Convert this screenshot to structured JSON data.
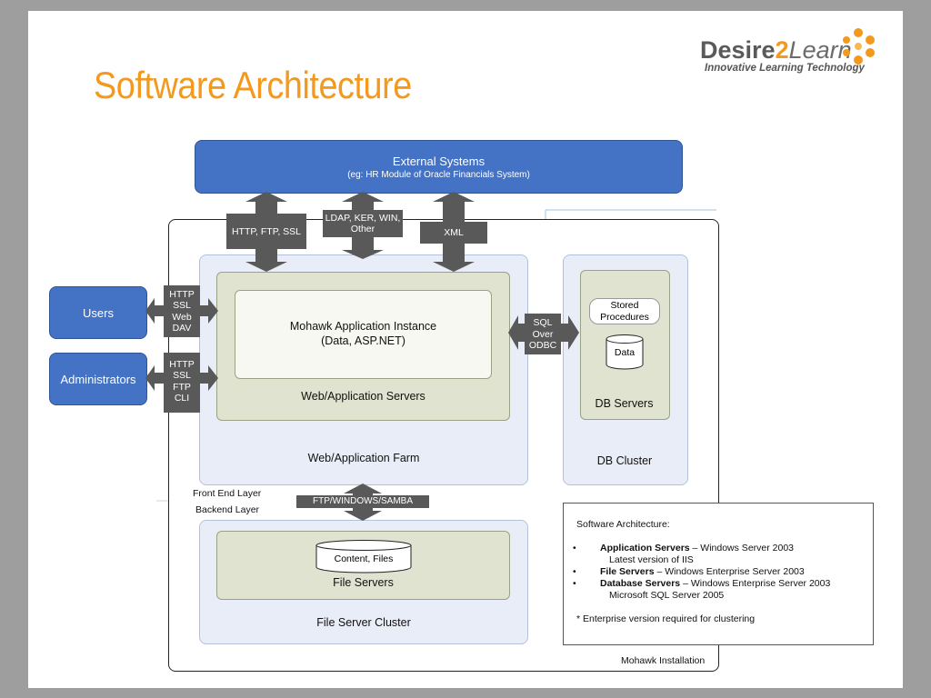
{
  "title": "Software Architecture",
  "logo": {
    "name_a": "Desire",
    "name_b": "2",
    "name_c": "Learn",
    "tagline": "Innovative Learning Technology"
  },
  "external": {
    "title": "External Systems",
    "subtitle": "(eg: HR Module of Oracle Financials System)"
  },
  "protocols": {
    "http_ftp_ssl": "HTTP, FTP, SSL",
    "ldap": "LDAP, KER, WIN, Other",
    "xml": "XML",
    "users_proto": [
      "HTTP",
      "SSL",
      "Web",
      "DAV"
    ],
    "admin_proto": [
      "HTTP",
      "SSL",
      "FTP",
      "CLI"
    ],
    "sql": [
      "SQL",
      "Over",
      "ODBC"
    ],
    "ftp": "FTP/WINDOWS/SAMBA"
  },
  "actors": {
    "users": "Users",
    "administrators": "Administrators"
  },
  "web": {
    "instance_line1": "Mohawk Application Instance",
    "instance_line2": "(Data, ASP.NET)",
    "servers": "Web/Application Servers",
    "farm": "Web/Application Farm"
  },
  "db": {
    "stored": "Stored Procedures",
    "data": "Data",
    "servers": "DB Servers",
    "cluster": "DB Cluster"
  },
  "layers": {
    "front": "Front End Layer",
    "back": "Backend Layer"
  },
  "files": {
    "content": "Content, Files",
    "servers": "File Servers",
    "cluster": "File Server Cluster"
  },
  "installation": "Mohawk Installation",
  "note": {
    "heading": "Software Architecture:",
    "items": [
      {
        "bold": "Application Servers",
        "rest": " – Windows Server 2003",
        "sub": "Latest version of IIS"
      },
      {
        "bold": "File Servers",
        "rest": " – Windows Enterprise Server 2003",
        "sub": ""
      },
      {
        "bold": "Database Servers",
        "rest": " – Windows Enterprise Server 2003",
        "sub": "Microsoft SQL Server 2005"
      }
    ],
    "footnote": "* Enterprise version required for clustering"
  },
  "colors": {
    "title": "#f39a1e",
    "blue_box": "#4472c4",
    "arrow": "#595959",
    "region": "#e9edf7",
    "server": "#dfe3d0"
  }
}
